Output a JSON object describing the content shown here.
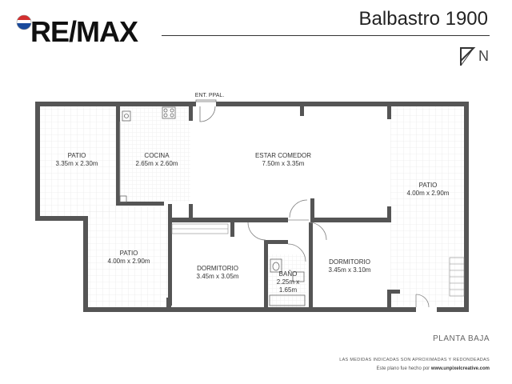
{
  "header": {
    "brand": "RE/MAX",
    "title": "Balbastro 1900",
    "north_label": "N"
  },
  "plan": {
    "entrance_label": "ENT. PPAL.",
    "rooms": [
      {
        "name": "PATIO",
        "size": "3.35m x 2.30m"
      },
      {
        "name": "COCINA",
        "size": "2.65m x 2.60m"
      },
      {
        "name": "ESTAR COMEDOR",
        "size": "7.50m x 3.35m"
      },
      {
        "name": "PATIO",
        "size": "4.00m x 2.90m"
      },
      {
        "name": "PATIO",
        "size": "4.00m x 2.90m"
      },
      {
        "name": "DORMITORIO",
        "size": "3.45m x 3.05m"
      },
      {
        "name": "BAÑO",
        "size": "2.25m x",
        "size2": "1.65m"
      },
      {
        "name": "DORMITORIO",
        "size": "3.45m x 3.10m"
      }
    ]
  },
  "footer": {
    "floor_name": "PLANTA BAJA",
    "disclaimer": "LAS MEDIDAS INDICADAS SON APROXIMADAS Y REDONDEADAS",
    "credit_prefix": "Este plano fue hecho por",
    "credit_site": "www.unpixelcreative.com"
  },
  "colors": {
    "wall": "#555555",
    "grid": "#e3e3e3",
    "balloon_red": "#d32f2f",
    "balloon_blue": "#1a4a9c"
  }
}
